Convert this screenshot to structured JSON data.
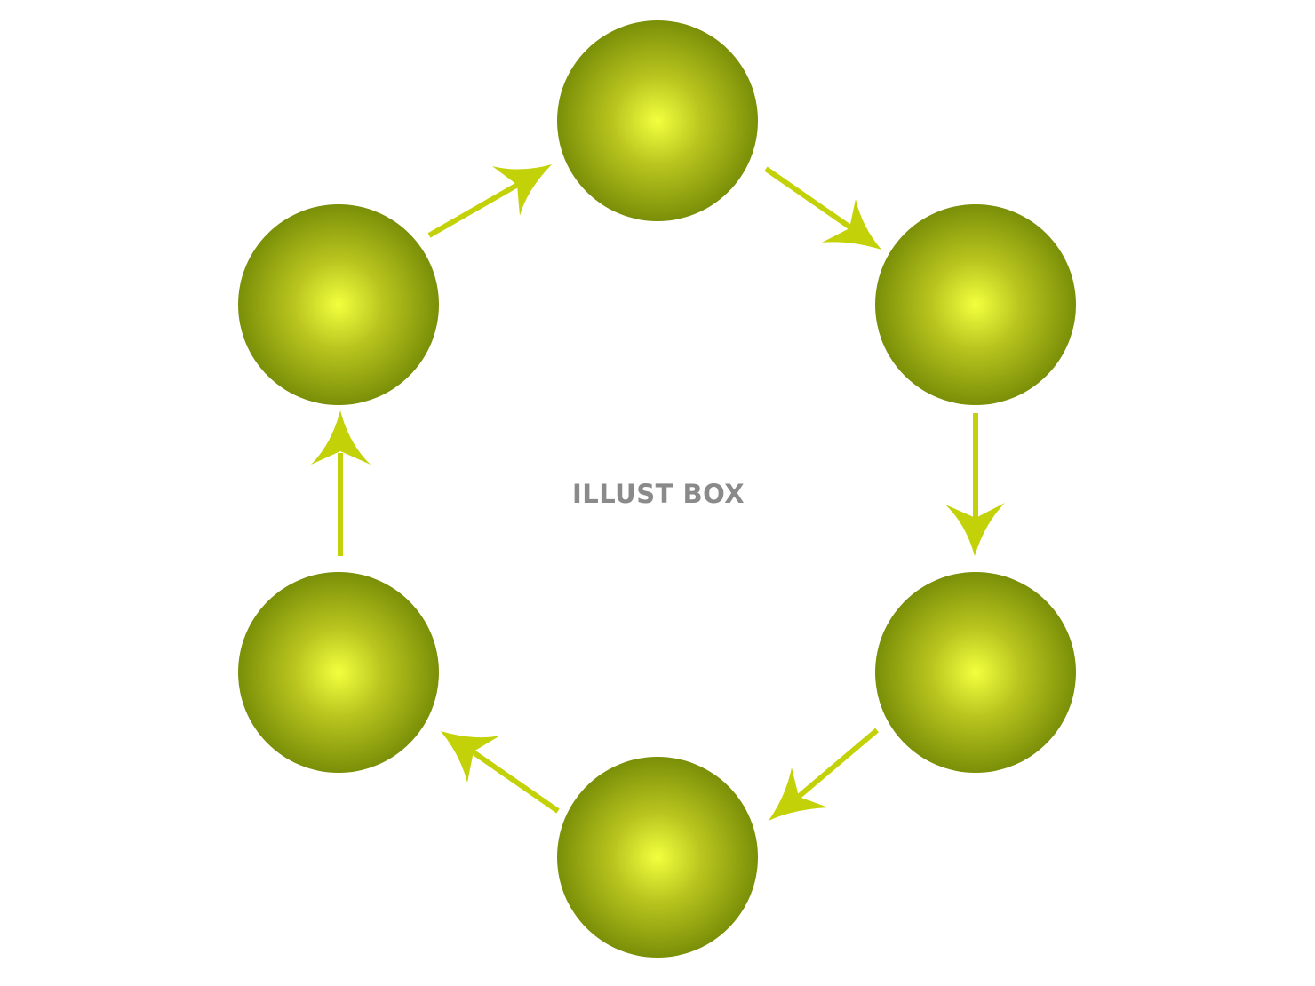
{
  "diagram": {
    "type": "cycle",
    "node_count": 6,
    "direction": "clockwise",
    "watermark": "ILLUST BOX",
    "colors": {
      "node_center": "#f2ff3e",
      "node_mid": "#b8c41e",
      "node_edge": "#7a8f08",
      "arrow": "#c3d208",
      "watermark": "#8a8a8a",
      "background": "#ffffff"
    }
  }
}
